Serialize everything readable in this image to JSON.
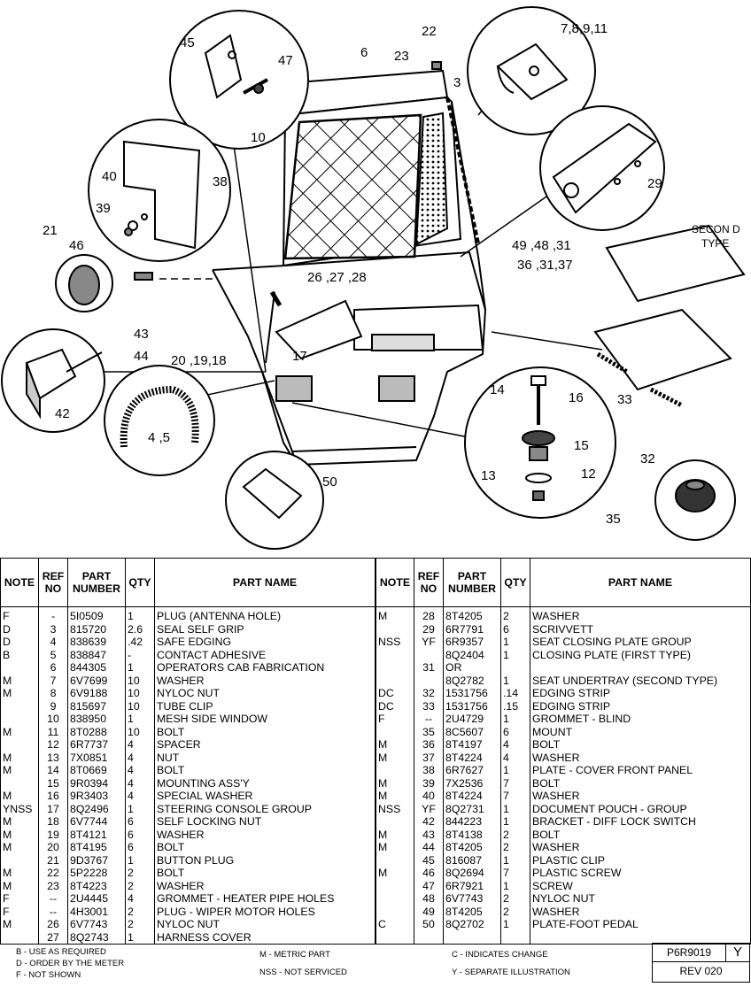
{
  "diagram": {
    "callouts": [
      {
        "id": "c45",
        "text": "45"
      },
      {
        "id": "c47",
        "text": "47"
      },
      {
        "id": "c6",
        "text": "6"
      },
      {
        "id": "c22",
        "text": "22"
      },
      {
        "id": "c23",
        "text": "23"
      },
      {
        "id": "c3",
        "text": "3"
      },
      {
        "id": "c7811",
        "text": "7,8,9,11"
      },
      {
        "id": "c10",
        "text": "10"
      },
      {
        "id": "c40",
        "text": "40"
      },
      {
        "id": "c38",
        "text": "38"
      },
      {
        "id": "c39",
        "text": "39"
      },
      {
        "id": "c29",
        "text": "29"
      },
      {
        "id": "c21",
        "text": "21"
      },
      {
        "id": "c46",
        "text": "46"
      },
      {
        "id": "c26",
        "text": "26 ,27 ,28"
      },
      {
        "id": "c49",
        "text": "49 ,48 ,31"
      },
      {
        "id": "c36",
        "text": "36 ,31,37"
      },
      {
        "id": "c43",
        "text": "43"
      },
      {
        "id": "c44",
        "text": "44"
      },
      {
        "id": "c20",
        "text": "20 ,19,18"
      },
      {
        "id": "c17",
        "text": "17"
      },
      {
        "id": "c42",
        "text": "42"
      },
      {
        "id": "c14",
        "text": "14"
      },
      {
        "id": "c16",
        "text": "16"
      },
      {
        "id": "c15",
        "text": "15"
      },
      {
        "id": "c12",
        "text": "12"
      },
      {
        "id": "c13",
        "text": "13"
      },
      {
        "id": "c33",
        "text": "33"
      },
      {
        "id": "c32",
        "text": "32"
      },
      {
        "id": "c45b",
        "text": "4 ,5"
      },
      {
        "id": "c50",
        "text": "50"
      },
      {
        "id": "c35",
        "text": "35"
      }
    ],
    "second_type_label_1": "SECON D",
    "second_type_label_2": "TYPE"
  },
  "table": {
    "headers": {
      "note": "NOTE",
      "ref_1": "REF",
      "ref_2": "NO",
      "pn_1": "PART",
      "pn_2": "NUMBER",
      "qty": "QTY",
      "name": "PART NAME"
    },
    "left_rows": [
      {
        "note": "F",
        "ref": "-",
        "pn": "5I0509",
        "qty": "1",
        "name": "PLUG (ANTENNA  HOLE)"
      },
      {
        "note": "D",
        "ref": "3",
        "pn": "815720",
        "qty": "2.6",
        "name": "SEAL SELF GRIP"
      },
      {
        "note": "D",
        "ref": "4",
        "pn": "838639",
        "qty": ".42",
        "name": "SAFE EDGING"
      },
      {
        "note": "B",
        "ref": "5",
        "pn": "838847",
        "qty": "-",
        "name": "CONTACT ADHESIVE"
      },
      {
        "note": "",
        "ref": "6",
        "pn": "844305",
        "qty": "1",
        "name": "OPERATORS CAB FABRICATION"
      },
      {
        "note": "M",
        "ref": "7",
        "pn": "6V7699",
        "qty": "10",
        "name": "WASHER"
      },
      {
        "note": "M",
        "ref": "8",
        "pn": "6V9188",
        "qty": "10",
        "name": "NYLOC NUT"
      },
      {
        "note": "",
        "ref": "9",
        "pn": "815697",
        "qty": "10",
        "name": "TUBE CLIP"
      },
      {
        "note": "",
        "ref": "10",
        "pn": "838950",
        "qty": "1",
        "name": "MESH SIDE WINDOW"
      },
      {
        "note": "M",
        "ref": "11",
        "pn": "8T0288",
        "qty": "10",
        "name": "BOLT"
      },
      {
        "note": "",
        "ref": "12",
        "pn": "6R7737",
        "qty": "4",
        "name": "SPACER"
      },
      {
        "note": "M",
        "ref": "13",
        "pn": "7X0851",
        "qty": "4",
        "name": "NUT"
      },
      {
        "note": "M",
        "ref": "14",
        "pn": "8T0669",
        "qty": "4",
        "name": "BOLT"
      },
      {
        "note": "",
        "ref": "15",
        "pn": "9R0394",
        "qty": "4",
        "name": "MOUNTING ASS'Y"
      },
      {
        "note": "M",
        "ref": "16",
        "pn": "9R3403",
        "qty": "4",
        "name": "SPECIAL WASHER"
      },
      {
        "note": "YNSS",
        "ref": "17",
        "pn": "8Q2496",
        "qty": "1",
        "name": "STEERING CONSOLE  GROUP"
      },
      {
        "note": "M",
        "ref": "18",
        "pn": "6V7744",
        "qty": "6",
        "name": "SELF LOCKING NUT"
      },
      {
        "note": "M",
        "ref": "19",
        "pn": "8T4121",
        "qty": "6",
        "name": "WASHER"
      },
      {
        "note": "M",
        "ref": "20",
        "pn": "8T4195",
        "qty": "6",
        "name": "BOLT"
      },
      {
        "note": "",
        "ref": "21",
        "pn": "9D3767",
        "qty": "1",
        "name": "BUTTON PLUG"
      },
      {
        "note": "M",
        "ref": "22",
        "pn": "5P2228",
        "qty": "2",
        "name": "BOLT"
      },
      {
        "note": "M",
        "ref": "23",
        "pn": "8T4223",
        "qty": "2",
        "name": "WASHER"
      },
      {
        "note": "F",
        "ref": "--",
        "pn": "2U4445",
        "qty": "4",
        "name": "GROMMET - HEATER PIPE HOLES"
      },
      {
        "note": "F",
        "ref": "--",
        "pn": "4H3001",
        "qty": "2",
        "name": "PLUG  - WIPER MOTOR HOLES"
      },
      {
        "note": "M",
        "ref": "26",
        "pn": "6V7743",
        "qty": "2",
        "name": "NYLOC NUT"
      },
      {
        "note": "",
        "ref": "27",
        "pn": "8Q2743",
        "qty": "1",
        "name": "HARNESS COVER"
      }
    ],
    "right_rows": [
      {
        "note": "M",
        "ref": "28",
        "pn": "8T4205",
        "qty": "2",
        "name": "WASHER"
      },
      {
        "note": "",
        "ref": "29",
        "pn": "6R7791",
        "qty": "6",
        "name": "SCRIVVETT"
      },
      {
        "note": "NSS",
        "ref": "YF",
        "pn": "6R9357",
        "qty": "1",
        "name": "SEAT CLOSING PLATE GROUP"
      },
      {
        "note": "",
        "ref": "",
        "pn": "8Q2404",
        "qty": "1",
        "name": "CLOSING PLATE (FIRST TYPE)"
      },
      {
        "note": "",
        "ref": "31",
        "pn": "OR",
        "qty": "",
        "name": ""
      },
      {
        "note": "",
        "ref": "",
        "pn": "8Q2782",
        "qty": "1",
        "name": "SEAT UNDERTRAY (SECOND TYPE)"
      },
      {
        "note": "DC",
        "ref": "32",
        "pn": "1531756",
        "qty": ".14",
        "name": "EDGING STRIP"
      },
      {
        "note": "DC",
        "ref": "33",
        "pn": "1531756",
        "qty": ".15",
        "name": "EDGING STRIP"
      },
      {
        "note": "F",
        "ref": "--",
        "pn": "2U4729",
        "qty": "1",
        "name": "GROMMET - BLIND"
      },
      {
        "note": "",
        "ref": "35",
        "pn": "8C5607",
        "qty": "6",
        "name": "MOUNT"
      },
      {
        "note": "M",
        "ref": "36",
        "pn": "8T4197",
        "qty": "4",
        "name": "BOLT"
      },
      {
        "note": "M",
        "ref": "37",
        "pn": "8T4224",
        "qty": "4",
        "name": "WASHER"
      },
      {
        "note": "",
        "ref": "38",
        "pn": "6R7627",
        "qty": "1",
        "name": "PLATE - COVER FRONT PANEL"
      },
      {
        "note": "M",
        "ref": "39",
        "pn": "7X2536",
        "qty": "7",
        "name": "BOLT"
      },
      {
        "note": "M",
        "ref": "40",
        "pn": "8T4224",
        "qty": "7",
        "name": "WASHER"
      },
      {
        "note": "NSS",
        "ref": "YF",
        "pn": "8Q2731",
        "qty": "1",
        "name": "DOCUMENT POUCH - GROUP"
      },
      {
        "note": "",
        "ref": "42",
        "pn": "844223",
        "qty": "1",
        "name": "BRACKET - DIFF LOCK SWITCH"
      },
      {
        "note": "M",
        "ref": "43",
        "pn": "8T4138",
        "qty": "2",
        "name": "BOLT"
      },
      {
        "note": "M",
        "ref": "44",
        "pn": "8T4205",
        "qty": "2",
        "name": "WASHER"
      },
      {
        "note": "",
        "ref": "45",
        "pn": "816087",
        "qty": "1",
        "name": "PLASTIC CLIP"
      },
      {
        "note": "M",
        "ref": "46",
        "pn": "8Q2694",
        "qty": "7",
        "name": "PLASTIC SCREW"
      },
      {
        "note": "",
        "ref": "47",
        "pn": "6R7921",
        "qty": "1",
        "name": "SCREW"
      },
      {
        "note": "",
        "ref": "48",
        "pn": "6V7743",
        "qty": "2",
        "name": "NYLOC NUT"
      },
      {
        "note": "",
        "ref": "49",
        "pn": "8T4205",
        "qty": "2",
        "name": "WASHER"
      },
      {
        "note": "C",
        "ref": "50",
        "pn": "8Q2702",
        "qty": "1",
        "name": "PLATE-FOOT PEDAL"
      },
      {
        "note": "",
        "ref": "",
        "pn": "",
        "qty": "",
        "name": ""
      }
    ]
  },
  "legend": {
    "col1": [
      "B - USE  AS REQUIRED",
      "D - ORDER BY THE  METER",
      "F - NOT SHOWN"
    ],
    "col2": [
      "M - METRIC PART",
      "NSS - NOT SERVICED"
    ],
    "col3": [
      "C - INDICATES CHANGE",
      "Y - SEPARATE ILLUSTRATION"
    ]
  },
  "doc": {
    "number": "P6R9019",
    "rev": "REV 020",
    "letter": "Y"
  }
}
